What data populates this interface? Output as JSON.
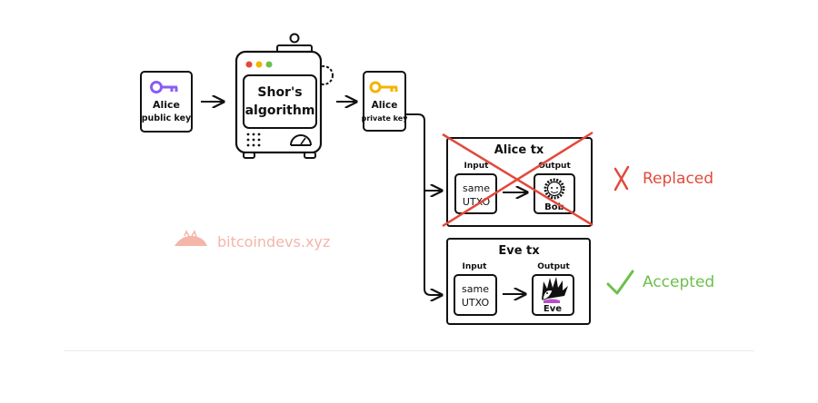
{
  "keys": {
    "public": {
      "line1": "Alice",
      "line2": "public key",
      "color": "#8b5cf6"
    },
    "private": {
      "line1": "Alice",
      "line2": "private key",
      "color": "#f5b301"
    }
  },
  "computer": {
    "line1": "Shor's",
    "line2": "algorithm"
  },
  "alice_tx": {
    "title": "Alice tx",
    "input_label": "Input",
    "output_label": "Output",
    "input_line1": "same",
    "input_line2": "UTXO",
    "recipient": "Bob"
  },
  "eve_tx": {
    "title": "Eve tx",
    "input_label": "Input",
    "output_label": "Output",
    "input_line1": "same",
    "input_line2": "UTXO",
    "recipient": "Eve"
  },
  "status": {
    "replaced": {
      "label": "Replaced",
      "color": "#e2493b"
    },
    "accepted": {
      "label": "Accepted",
      "color": "#6cc04a"
    }
  },
  "watermark": {
    "text": "bitcoindevs.xyz",
    "color": "#f3b6a9"
  },
  "colors": {
    "stroke": "#111111",
    "screen_dots": [
      "#e2493b",
      "#f5b301",
      "#6cc04a"
    ]
  }
}
